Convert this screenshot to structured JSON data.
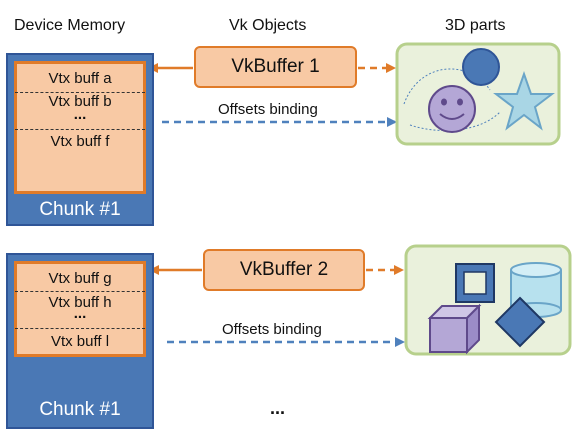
{
  "headers": {
    "device_memory": "Device Memory",
    "vk_objects": "Vk Objects",
    "parts_3d": "3D parts"
  },
  "groups": [
    {
      "chunk_label": "Chunk #1",
      "buffers": [
        "Vtx buff a",
        "Vtx buff b",
        "...",
        "Vtx buff f"
      ],
      "vkbuffer_label": "VkBuffer 1",
      "offsets_label": "Offsets binding"
    },
    {
      "chunk_label": "Chunk #1",
      "buffers": [
        "Vtx buff g",
        "Vtx buff h",
        "...",
        "Vtx buff l"
      ],
      "vkbuffer_label": "VkBuffer 2",
      "offsets_label": "Offsets binding"
    }
  ],
  "footer_ellipsis": "...",
  "colors": {
    "chunk_fill": "#4a78b5",
    "memory_fill": "#f8c9a4",
    "orange_border": "#e07b29",
    "parts_panel_fill": "#eaf1dc",
    "parts_panel_border": "#b7d08c",
    "offsets_arrow": "#4f81bd"
  },
  "shapes_group1": [
    "circle-icon",
    "smiley-icon",
    "star-icon"
  ],
  "shapes_group2": [
    "square-frame-icon",
    "cylinder-icon",
    "cube-icon",
    "diamond-icon"
  ]
}
